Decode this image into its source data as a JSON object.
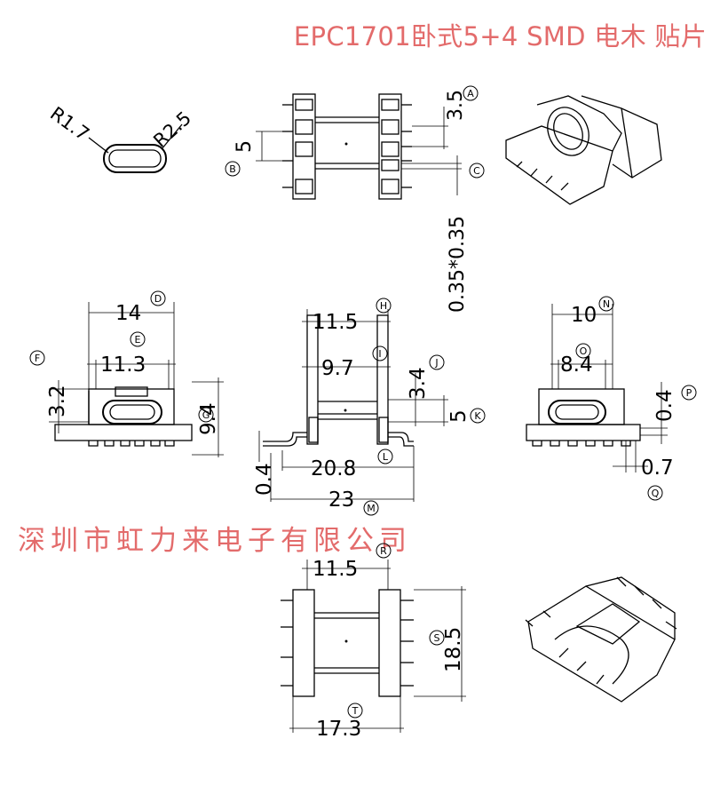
{
  "header": {
    "title": "EPC1701卧式5+4 SMD 电木 贴片"
  },
  "footer": {
    "company": "深圳市虹力来电子有限公司"
  },
  "dims": {
    "r1": "R1.7",
    "r2": "R2.5",
    "d35": "3.5",
    "d5a": "5",
    "d035": "0.35*0.35",
    "d14": "14",
    "d113": "11.3",
    "d32": "3.2",
    "d94": "9.4",
    "d115a": "11.5",
    "d97": "9.7",
    "d34": "3.4",
    "d5b": "5",
    "d208": "20.8",
    "d23": "23",
    "d04a": "0.4",
    "d10": "10",
    "d84": "8.4",
    "d04b": "0.4",
    "d07": "0.7",
    "d115b": "11.5",
    "d185": "18.5",
    "d173": "17.3"
  },
  "markers": [
    "A",
    "B",
    "C",
    "D",
    "E",
    "F",
    "G",
    "H",
    "I",
    "J",
    "K",
    "L",
    "M",
    "N",
    "O",
    "P",
    "Q",
    "R",
    "S",
    "T"
  ]
}
